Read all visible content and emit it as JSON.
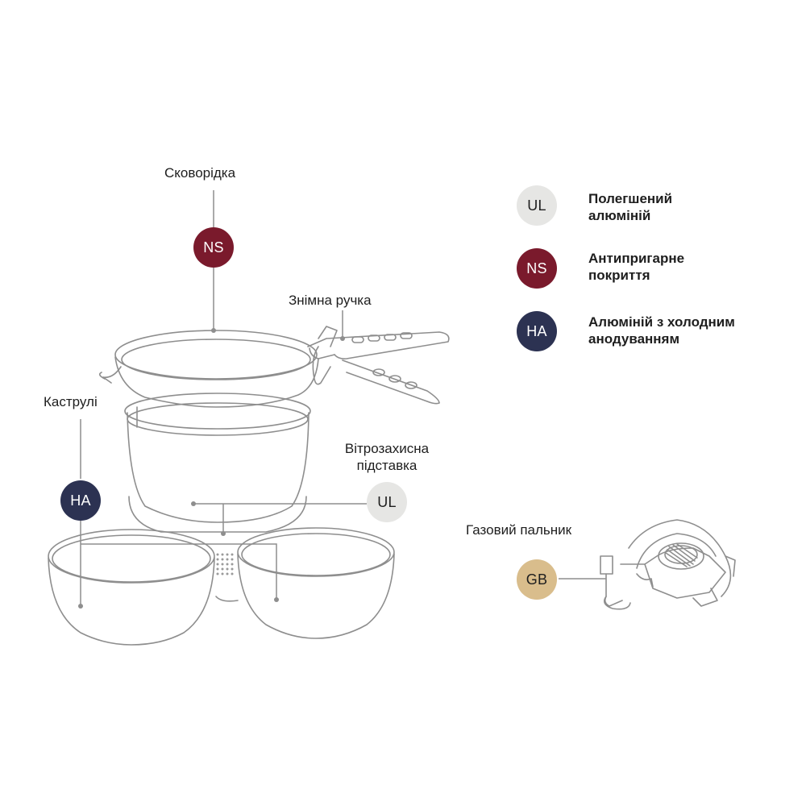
{
  "colors": {
    "ul": "#e6e6e4",
    "ns": "#7a1a2c",
    "ha": "#2c3252",
    "gb": "#d9bd8c",
    "line": "#8e8e8e",
    "text": "#1e1e1e"
  },
  "callouts": {
    "frying_pan": {
      "label": "Сковорідка",
      "code": "NS"
    },
    "handle": {
      "label": "Знімна ручка"
    },
    "pots": {
      "label": "Каструлі",
      "code": "HA"
    },
    "windshield": {
      "label_line1": "Вітрозахисна",
      "label_line2": "підставка",
      "code": "UL"
    },
    "gas_burner": {
      "label": "Газовий пальник",
      "code": "GB"
    }
  },
  "legend": [
    {
      "code": "UL",
      "line1": "Полегшений",
      "line2": "алюміній"
    },
    {
      "code": "NS",
      "line1": "Антипригарне",
      "line2": "покриття"
    },
    {
      "code": "HA",
      "line1": "Алюміній з холодним",
      "line2": "анодуванням"
    }
  ]
}
